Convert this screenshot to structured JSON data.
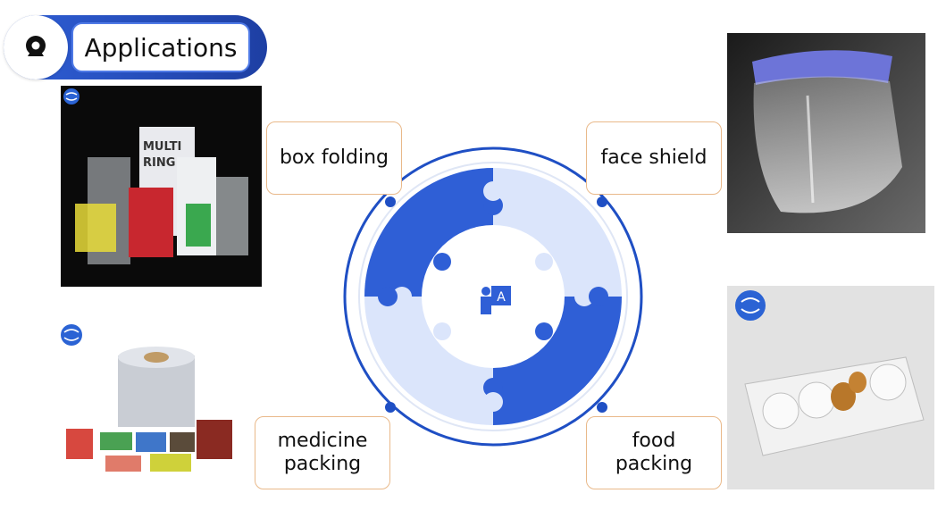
{
  "header": {
    "title": "Applications",
    "icon": "webcam-icon"
  },
  "center_icon": {
    "glyph": "A",
    "icon": "presenter-language-icon"
  },
  "labels": {
    "box_folding": "box folding",
    "face_shield": "face shield",
    "medicine_packing": "medicine\npacking",
    "food_packing": "food\npacking"
  },
  "product_text": {
    "multi": "MULTI",
    "ring": "RING"
  },
  "colors": {
    "primary_blue": "#2f5fd6",
    "light_blue": "#dbe5fb",
    "label_border": "#e9b98a",
    "header_gradient_end": "#1e3fa3"
  }
}
